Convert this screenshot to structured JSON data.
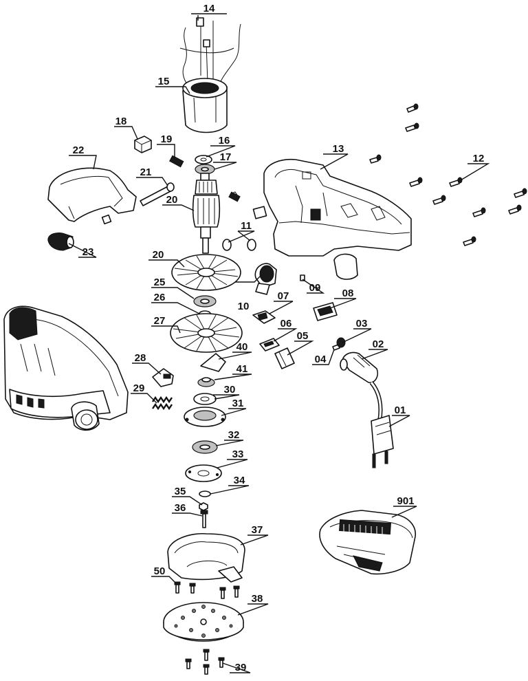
{
  "diagram": {
    "kind": "exploded-parts-view",
    "line_color": "#111111",
    "background": "#ffffff",
    "parts": [
      {
        "id": "p01",
        "number": "01",
        "icon": "power-plug-icon"
      },
      {
        "id": "p02",
        "number": "02",
        "icon": "cable-sleeve-icon"
      },
      {
        "id": "p03",
        "number": "03",
        "icon": "cable-clamp-icon"
      },
      {
        "id": "p04",
        "number": "04",
        "icon": "clamp-screw-icon"
      },
      {
        "id": "p05",
        "number": "05",
        "icon": "capacitor-icon"
      },
      {
        "id": "p06",
        "number": "06",
        "icon": "terminal-block-icon"
      },
      {
        "id": "p07",
        "number": "07",
        "icon": "switch-icon"
      },
      {
        "id": "p08",
        "number": "08",
        "icon": "switch-slider-icon"
      },
      {
        "id": "p09",
        "number": "09",
        "icon": "small-pin-icon"
      },
      {
        "id": "p10",
        "number": "10",
        "icon": "speed-control-icon"
      },
      {
        "id": "p11",
        "number": "11",
        "icon": "carbon-brush-icon"
      },
      {
        "id": "p12",
        "number": "12",
        "icon": "screw-icon"
      },
      {
        "id": "p13",
        "number": "13",
        "icon": "housing-half-icon"
      },
      {
        "id": "p14",
        "number": "14",
        "icon": "wire-leads-icon"
      },
      {
        "id": "p15",
        "number": "15",
        "icon": "stator-icon"
      },
      {
        "id": "p16",
        "number": "16",
        "icon": "washer-icon"
      },
      {
        "id": "p17",
        "number": "17",
        "icon": "bearing-icon"
      },
      {
        "id": "p18",
        "number": "18",
        "icon": "brush-holder-icon"
      },
      {
        "id": "p19",
        "number": "19",
        "icon": "brush-spring-icon"
      },
      {
        "id": "p20a",
        "number": "20",
        "icon": "armature-icon"
      },
      {
        "id": "p20b",
        "number": "20",
        "icon": "fan-icon"
      },
      {
        "id": "p21",
        "number": "21",
        "icon": "handle-bolt-icon"
      },
      {
        "id": "p22",
        "number": "22",
        "icon": "front-handle-icon"
      },
      {
        "id": "p23",
        "number": "23",
        "icon": "knob-icon"
      },
      {
        "id": "p25",
        "number": "25",
        "icon": "bearing-icon"
      },
      {
        "id": "p26",
        "number": "26",
        "icon": "washer-icon"
      },
      {
        "id": "p27",
        "number": "27",
        "icon": "fan-icon"
      },
      {
        "id": "p28",
        "number": "28",
        "icon": "lock-button-icon"
      },
      {
        "id": "p29",
        "number": "29",
        "icon": "spring-icon"
      },
      {
        "id": "p30",
        "number": "30",
        "icon": "washer-icon"
      },
      {
        "id": "p31",
        "number": "31",
        "icon": "bearing-plate-icon"
      },
      {
        "id": "p32",
        "number": "32",
        "icon": "bearing-icon"
      },
      {
        "id": "p33",
        "number": "33",
        "icon": "brake-ring-icon"
      },
      {
        "id": "p34",
        "number": "34",
        "icon": "washer-icon"
      },
      {
        "id": "p35",
        "number": "35",
        "icon": "nut-icon"
      },
      {
        "id": "p36",
        "number": "36",
        "icon": "screw-icon"
      },
      {
        "id": "p37",
        "number": "37",
        "icon": "dust-cover-icon"
      },
      {
        "id": "p38",
        "number": "38",
        "icon": "sanding-pad-icon"
      },
      {
        "id": "p39",
        "number": "39",
        "icon": "screw-icon"
      },
      {
        "id": "p40",
        "number": "40",
        "icon": "counterweight-icon"
      },
      {
        "id": "p41",
        "number": "41",
        "icon": "eccentric-sleeve-icon"
      },
      {
        "id": "p50",
        "number": "50",
        "icon": "screw-icon"
      },
      {
        "id": "p901",
        "number": "901",
        "icon": "dust-box-icon"
      }
    ]
  }
}
